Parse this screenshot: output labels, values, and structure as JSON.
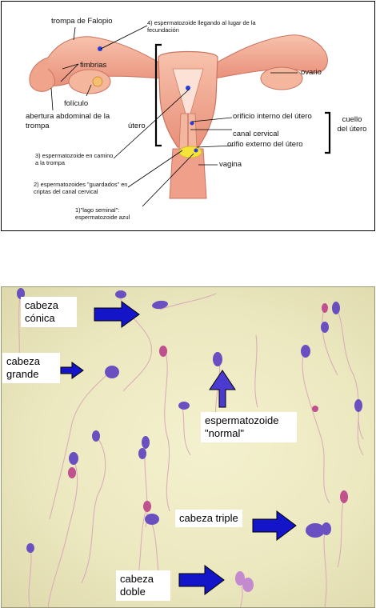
{
  "diagram": {
    "labels": {
      "trompa": "trompa de Falopio",
      "espz4": "4) espermatozoide llegando al lugar de la fecundación",
      "fimbrias": "fimbrias",
      "ovario": "ovario",
      "foliculo": "folículo",
      "abertura": "abertura abdominal de la trompa",
      "utero": "útero",
      "orificio_interno": "orificio interno del útero",
      "canal_cervical": "canal cervical",
      "orificio_externo": "orifio externo del útero",
      "cuello": "cuello del útero",
      "espz3": "3) espermatozoide en camino a la trompa",
      "vagina": "vagina",
      "espz2": "2) espermatozoides \"guardados\" en criptas del canal cervical",
      "espz1": "1)\"lago seminal\": espermatozoide azul"
    }
  },
  "micro": {
    "labels": {
      "conica": "cabeza\ncónica",
      "grande": "cabeza\ngrande",
      "normal": "espermatozoide\n\"normal\"",
      "triple": "cabeza triple",
      "doble": "cabeza\ndoble"
    }
  },
  "colors": {
    "arrow": "#1414c8",
    "tissue": "#f2a68c",
    "sperm_head": "#6a4fc0"
  }
}
